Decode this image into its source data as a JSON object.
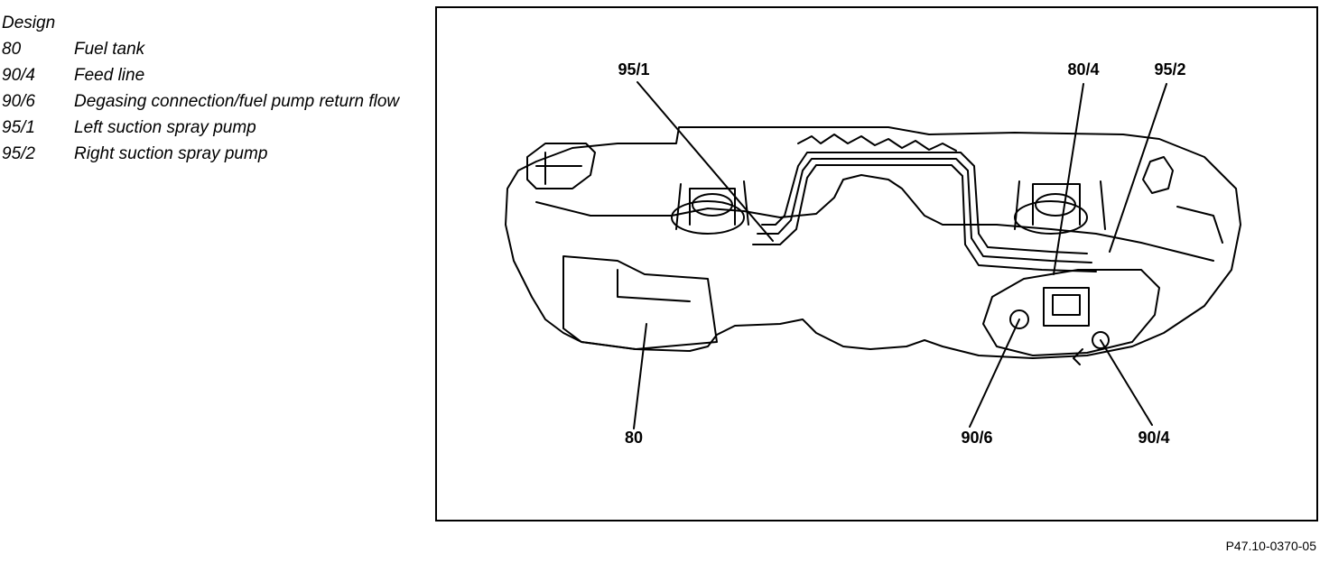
{
  "legend": {
    "heading": "Design",
    "items": [
      {
        "code": "80",
        "description": "Fuel tank"
      },
      {
        "code": "90/4",
        "description": "Feed line"
      },
      {
        "code": "90/6",
        "description": "Degasing connection/fuel pump return flow"
      },
      {
        "code": "95/1",
        "description": "Left suction spray pump"
      },
      {
        "code": "95/2",
        "description": "Right suction spray pump"
      }
    ]
  },
  "diagram": {
    "callouts": {
      "c95_1": "95/1",
      "c80_4": "80/4",
      "c95_2": "95/2",
      "c80": "80",
      "c90_6": "90/6",
      "c90_4": "90/4"
    }
  },
  "figure_id": "P47.10-0370-05"
}
